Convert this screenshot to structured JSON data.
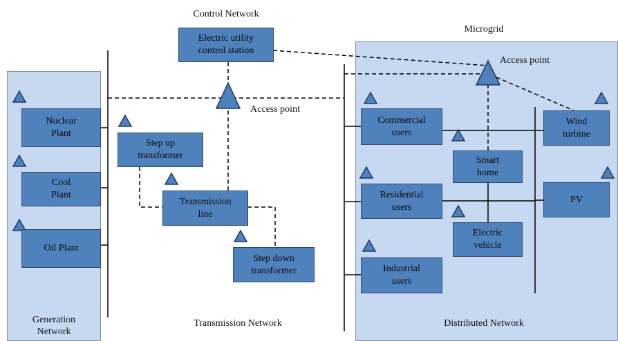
{
  "colors": {
    "node_fill": "#4f81bd",
    "node_border": "#2b4a6f",
    "region_fill": "#c6d9f1",
    "line": "#000000"
  },
  "labels": {
    "control_network": "Control Network",
    "microgrid": "Microgrid",
    "access_point_top": "Access point",
    "access_point_center": "Access point",
    "generation_network": "Generation\nNetwork",
    "transmission_network": "Transmission Network",
    "distributed_network": "Distributed Network"
  },
  "nodes": {
    "control_station": "Electric utility\ncontrol station",
    "nuclear": "Nuclear\nPlant",
    "cool": "Cool\nPlant",
    "oil": "Oil Plant",
    "step_up": "Step up\ntransformer",
    "transmission_line": "Transmission\nline",
    "step_down": "Step down\ntransformer",
    "commercial": "Commercial\nusers",
    "residential": "Residential\nusers",
    "industrial": "Industrial\nusers",
    "smart_home": "Smart\nhome",
    "electric_vehicle": "Electric\nvehicle",
    "wind": "Wind\nturbine",
    "pv": "PV"
  },
  "icons": {
    "access_point": "triangle-icon",
    "device_marker": "triangle-icon"
  }
}
